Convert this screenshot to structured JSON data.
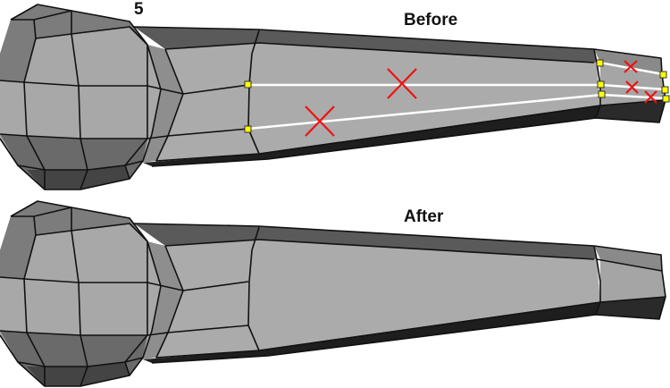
{
  "labels": {
    "number": "5",
    "before": "Before",
    "after": "After"
  },
  "colors": {
    "face_light": "#aaaaaa",
    "face_mid": "#8c8c8c",
    "face_dark": "#555555",
    "face_shadow": "#222222",
    "selection_vertex": "#ffff00",
    "delete_mark": "#ee1111",
    "selected_edge": "#ffffff"
  }
}
